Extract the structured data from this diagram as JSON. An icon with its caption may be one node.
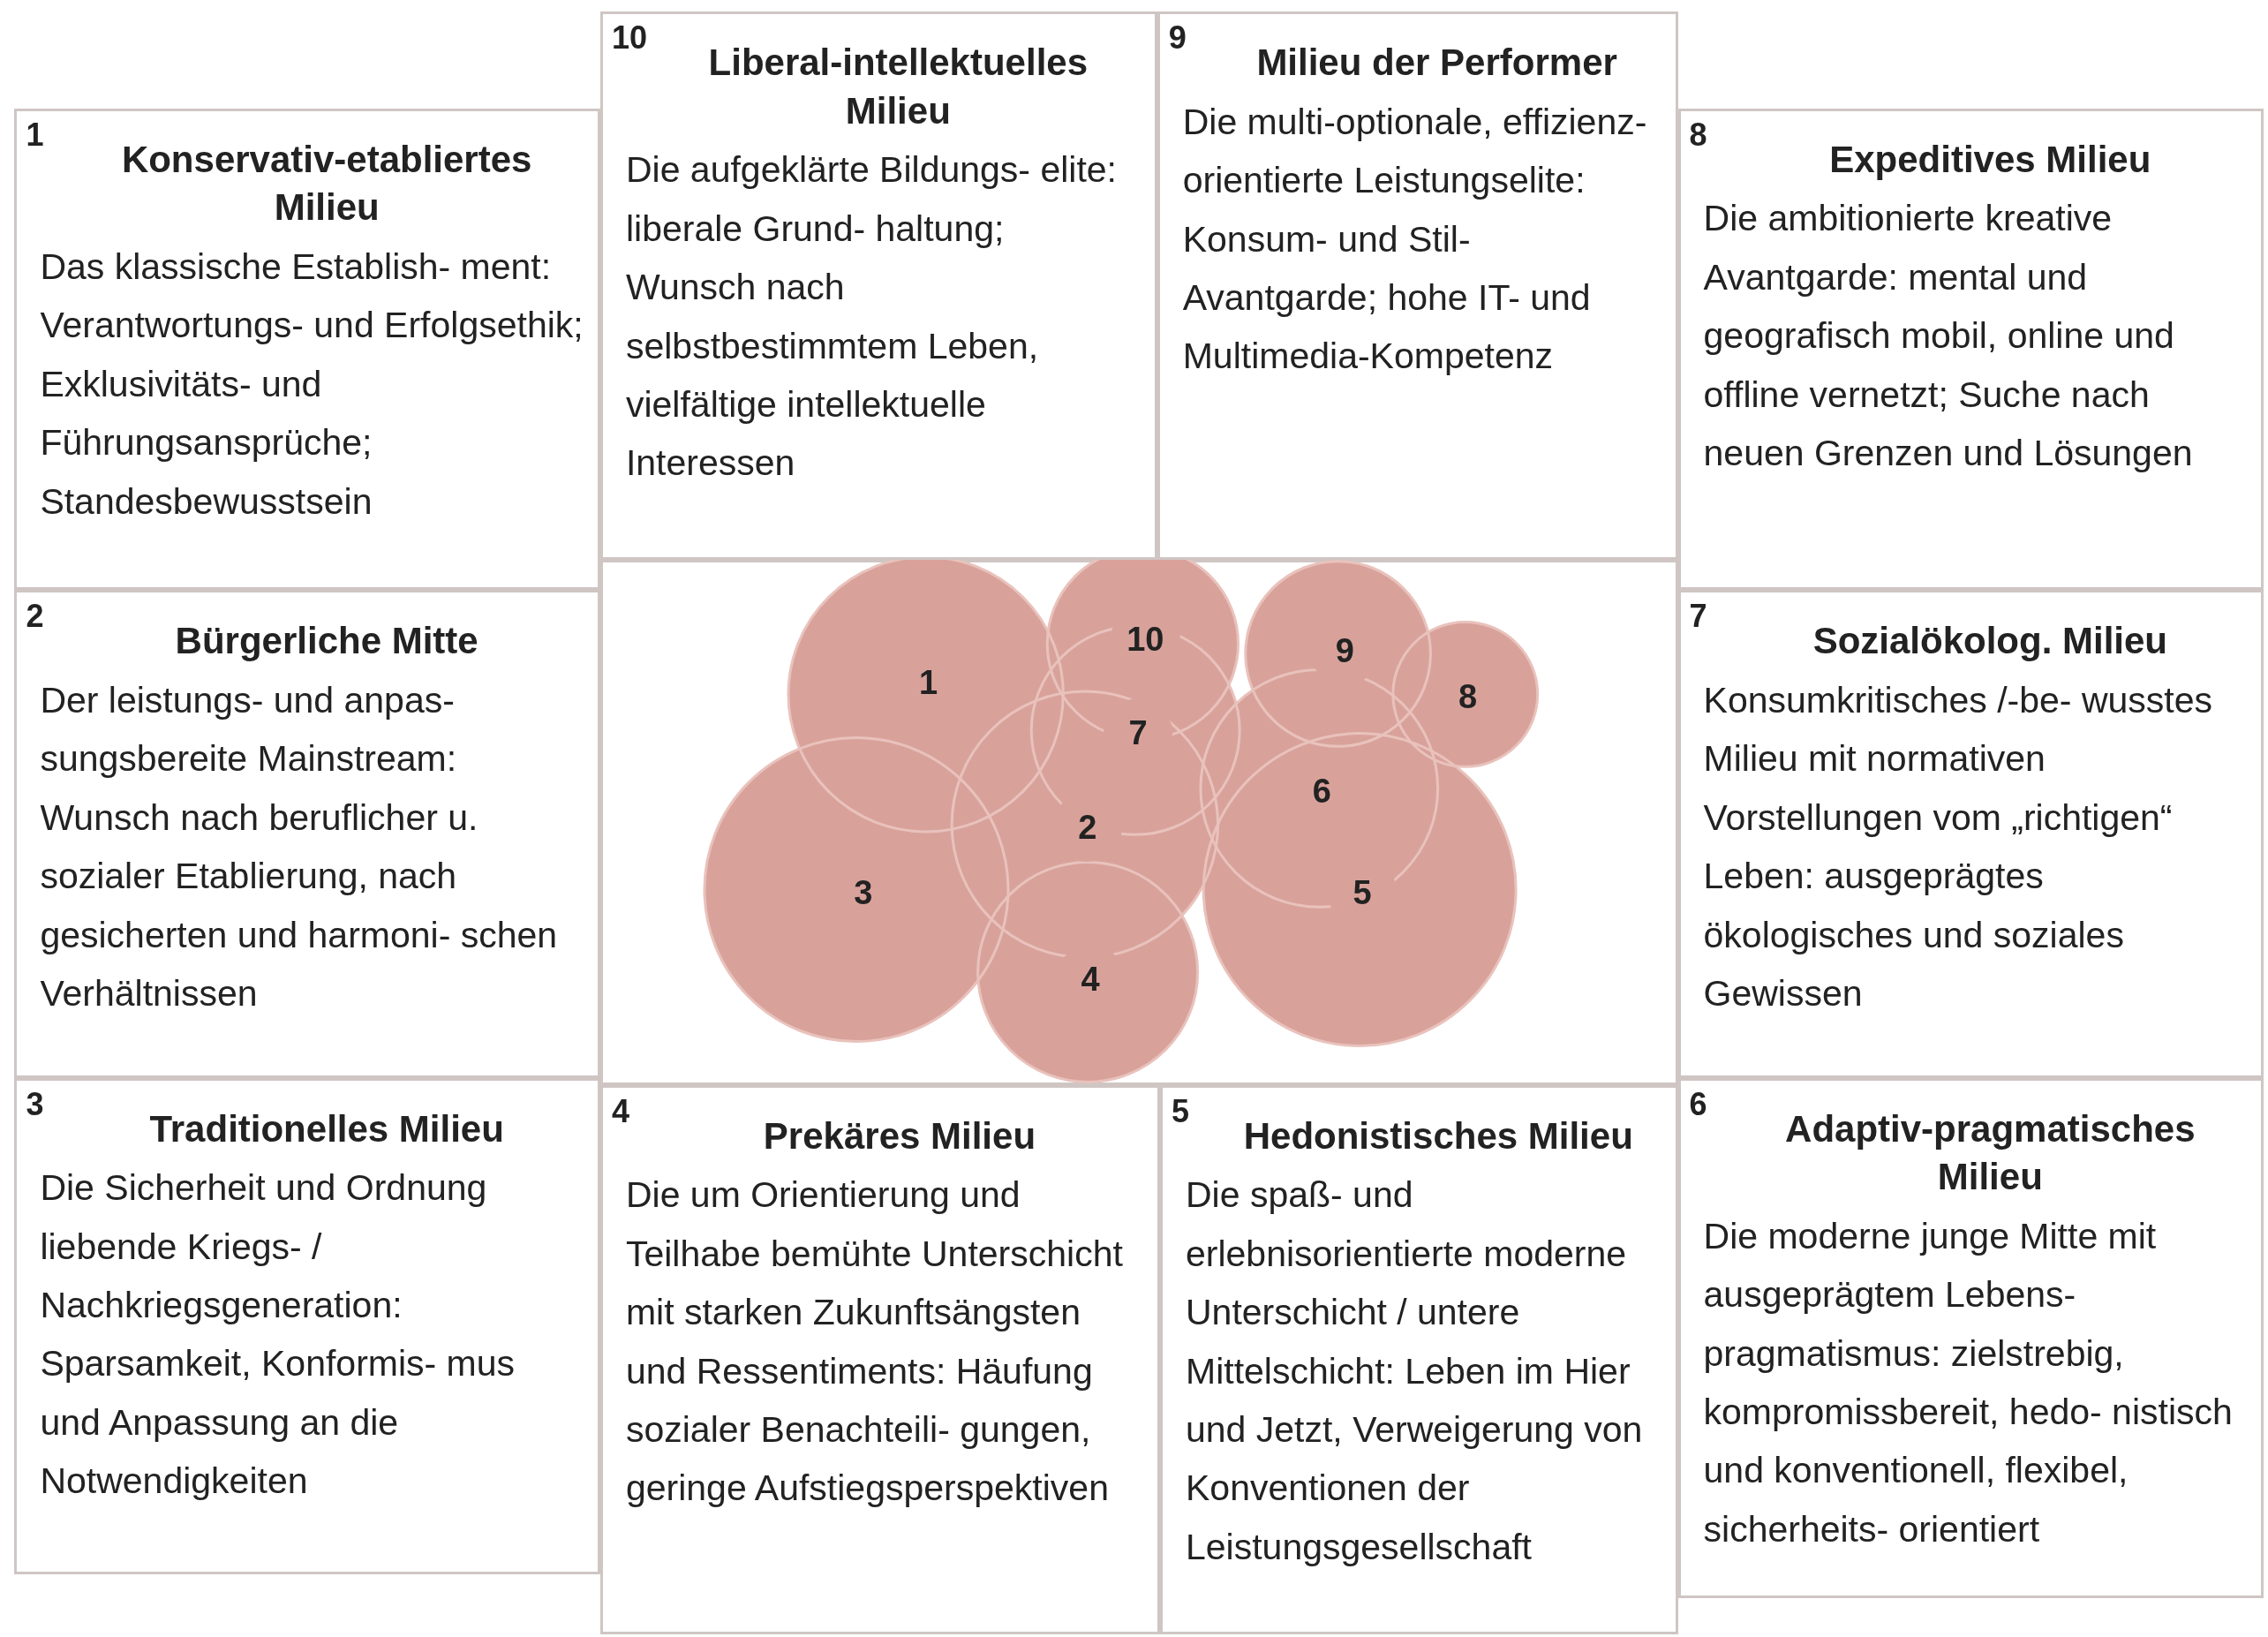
{
  "diagram": {
    "nodes": [
      {
        "text": [
          "1",
          "Konservativ-etabliertes Milieu",
          "Das klassische Establish- ment: Verantwortungs- und Erfolgsethik; Exklusivitäts- und Führungsansprüche; Standesbewusstsein"
        ]
      },
      {
        "text": [
          "10",
          "Liberal-intellektuelles Milieu",
          "Die aufgeklärte Bildungs- elite: liberale Grund- haltung; Wunsch nach selbstbestimmtem Leben, vielfältige intellektuelle Interessen"
        ]
      },
      {
        "text": [
          "9",
          "Milieu der Performer",
          "Die multi-optionale, effizienz-orientierte Leistungselite: Konsum- und Stil- Avantgarde; hohe IT- und Multimedia-Kompetenz"
        ]
      },
      {
        "text": [
          "8",
          "Expeditives Milieu",
          "Die ambitionierte kreative Avantgarde: mental und geografisch mobil, online und offline vernetzt; Suche nach neuen Grenzen und Lösungen"
        ]
      },
      {
        "text": [
          "2",
          "Bürgerliche Mitte",
          "Der leistungs- und anpas- sungsbereite Mainstream: Wunsch nach beruflicher u. sozialer Etablierung, nach gesicherten und harmoni- schen Verhältnissen"
        ]
      },
      {
        "text": [],
        "shape": "picture"
      },
      {
        "text": [
          "1"
        ],
        "in": 5
      },
      {
        "text": [
          "10"
        ],
        "in": 5
      },
      {
        "text": [
          "9"
        ],
        "in": 5
      },
      {
        "text": [
          "8"
        ],
        "in": 5
      },
      {
        "text": [
          "7"
        ],
        "in": 5
      },
      {
        "text": [
          "2"
        ],
        "in": 5
      },
      {
        "text": [
          "3"
        ],
        "in": 5
      },
      {
        "text": [
          "6"
        ],
        "in": 5
      },
      {
        "text": [
          "5"
        ],
        "in": 5
      },
      {
        "text": [
          "4"
        ],
        "in": 5
      },
      {
        "text": [
          "7",
          "Sozialökolog. Milieu",
          "Konsumkritisches /-be- wusstes Milieu mit normativen Vorstellungen vom „richtigen“ Leben: ausgeprägtes ökologisches und soziales Gewissen"
        ]
      },
      {
        "text": [
          "3",
          "Traditionelles Milieu",
          "Die Sicherheit und Ordnung liebende Kriegs- / Nachkriegsgeneration: Sparsamkeit, Konformis- mus und Anpassung an die Notwendigkeiten"
        ]
      },
      {
        "text": [
          "4",
          "Prekäres Milieu",
          "Die um Orientierung und Teilhabe bemühte Unterschicht mit starken Zukunftsängsten und Ressentiments: Häufung sozialer Benachteili- gungen, geringe Aufstiegsperspektiven"
        ]
      },
      {
        "text": [
          "5",
          "Hedonistisches Milieu",
          "Die spaß- und erlebnisorientierte moderne Unterschicht / untere Mittelschicht: Leben im Hier und Jetzt, Verweigerung von Konventionen der Leistungsgesellschaft"
        ]
      },
      {
        "text": [
          "6",
          "Adaptiv-pragmatisches Milieu",
          "Die moderne junge Mitte mit ausgeprägtem Lebens- pragmatismus: zielstrebig, kompromissbereit, hedo- nistisch und konventionell, flexibel, sicherheits- orientiert"
        ]
      }
    ]
  }
}
